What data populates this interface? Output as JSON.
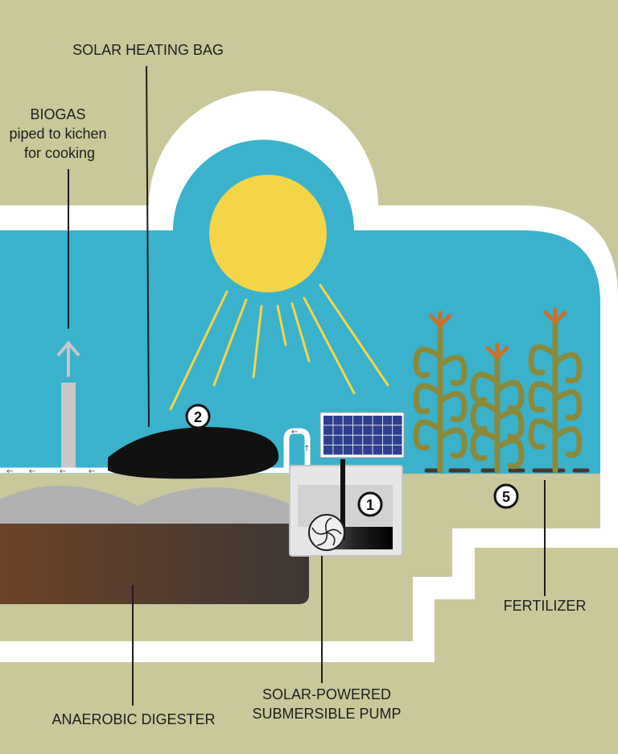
{
  "labels": {
    "solar_heating_bag": "SOLAR HEATING BAG",
    "biogas_line1": "BIOGAS",
    "biogas_line2": "piped to kichen",
    "biogas_line3": "for cooking",
    "fertilizer": "FERTILIZER",
    "pump_line1": "SOLAR-POWERED",
    "pump_line2": "SUBMERSIBLE PUMP",
    "anaerobic_digester": "ANAEROBIC DIGESTER"
  },
  "markers": {
    "m2": "2",
    "m1": "1",
    "m5": "5"
  },
  "colors": {
    "background": "#c9c89a",
    "sky": "#3ab2cc",
    "sun": "#f5d547",
    "sun_rays": "#f5d547",
    "outline": "#ffffff",
    "plant_stem": "#8a8a3c",
    "plant_flower": "#c8722c",
    "bag": "#111111",
    "digester_dome": "#b0b0b0",
    "digester_body_left": "#6b4326",
    "digester_body_right": "#3c3734",
    "solar_panel": "#2f3f8f"
  },
  "icons": {
    "sun": "sun-icon",
    "solar_panel": "solar-panel-icon",
    "pump": "pump-icon",
    "plant": "corn-plant-icon"
  }
}
